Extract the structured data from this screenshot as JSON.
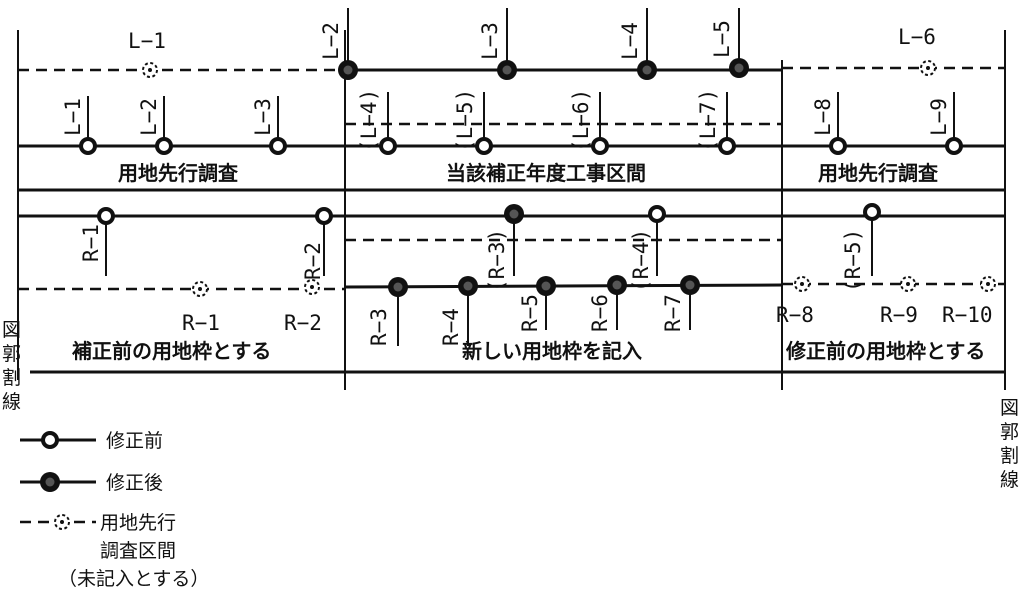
{
  "top_labels": {
    "L1_dashed": "L−1",
    "L6_dashed": "L−6",
    "L2": "L−2",
    "L3": "L−3",
    "L4": "L−4",
    "L5": "L−5"
  },
  "row2_labels": {
    "L1": "L−1",
    "L2": "L−2",
    "L3": "L−3",
    "pL4": "(L−4)",
    "pL5": "(L−5)",
    "pL6": "(L−6)",
    "pL7": "(L−7)",
    "L8": "L−8",
    "L9": "L−9"
  },
  "sections_top": {
    "left": "用地先行調査",
    "middle": "当該補正年度工事区間",
    "right": "用地先行調査"
  },
  "row3_labels": {
    "R1": "R−1",
    "R2": "R−2",
    "pR3": "(R−3)",
    "pR4": "(R−4)",
    "pR5": "(R−5)"
  },
  "row4_labels": {
    "R1": "R−1",
    "R2": "R−2",
    "R3": "R−3",
    "R4": "R−4",
    "R5": "R−5",
    "R6": "R−6",
    "R7": "R−7",
    "R8": "R−8",
    "R9": "R−9",
    "R10": "R−10"
  },
  "sections_bottom": {
    "left": "補正前の用地枠とする",
    "middle": "新しい用地枠を記入",
    "right": "修正前の用地枠とする"
  },
  "border_label_left": [
    "図",
    "郭",
    "割",
    "線"
  ],
  "border_label_right": [
    "図",
    "郭",
    "割",
    "線"
  ],
  "legend": {
    "before": "修正前",
    "after": "修正後",
    "dashed_line1": "用地先行",
    "dashed_line2": "調査区間",
    "dashed_line3": "（未記入とする）"
  }
}
